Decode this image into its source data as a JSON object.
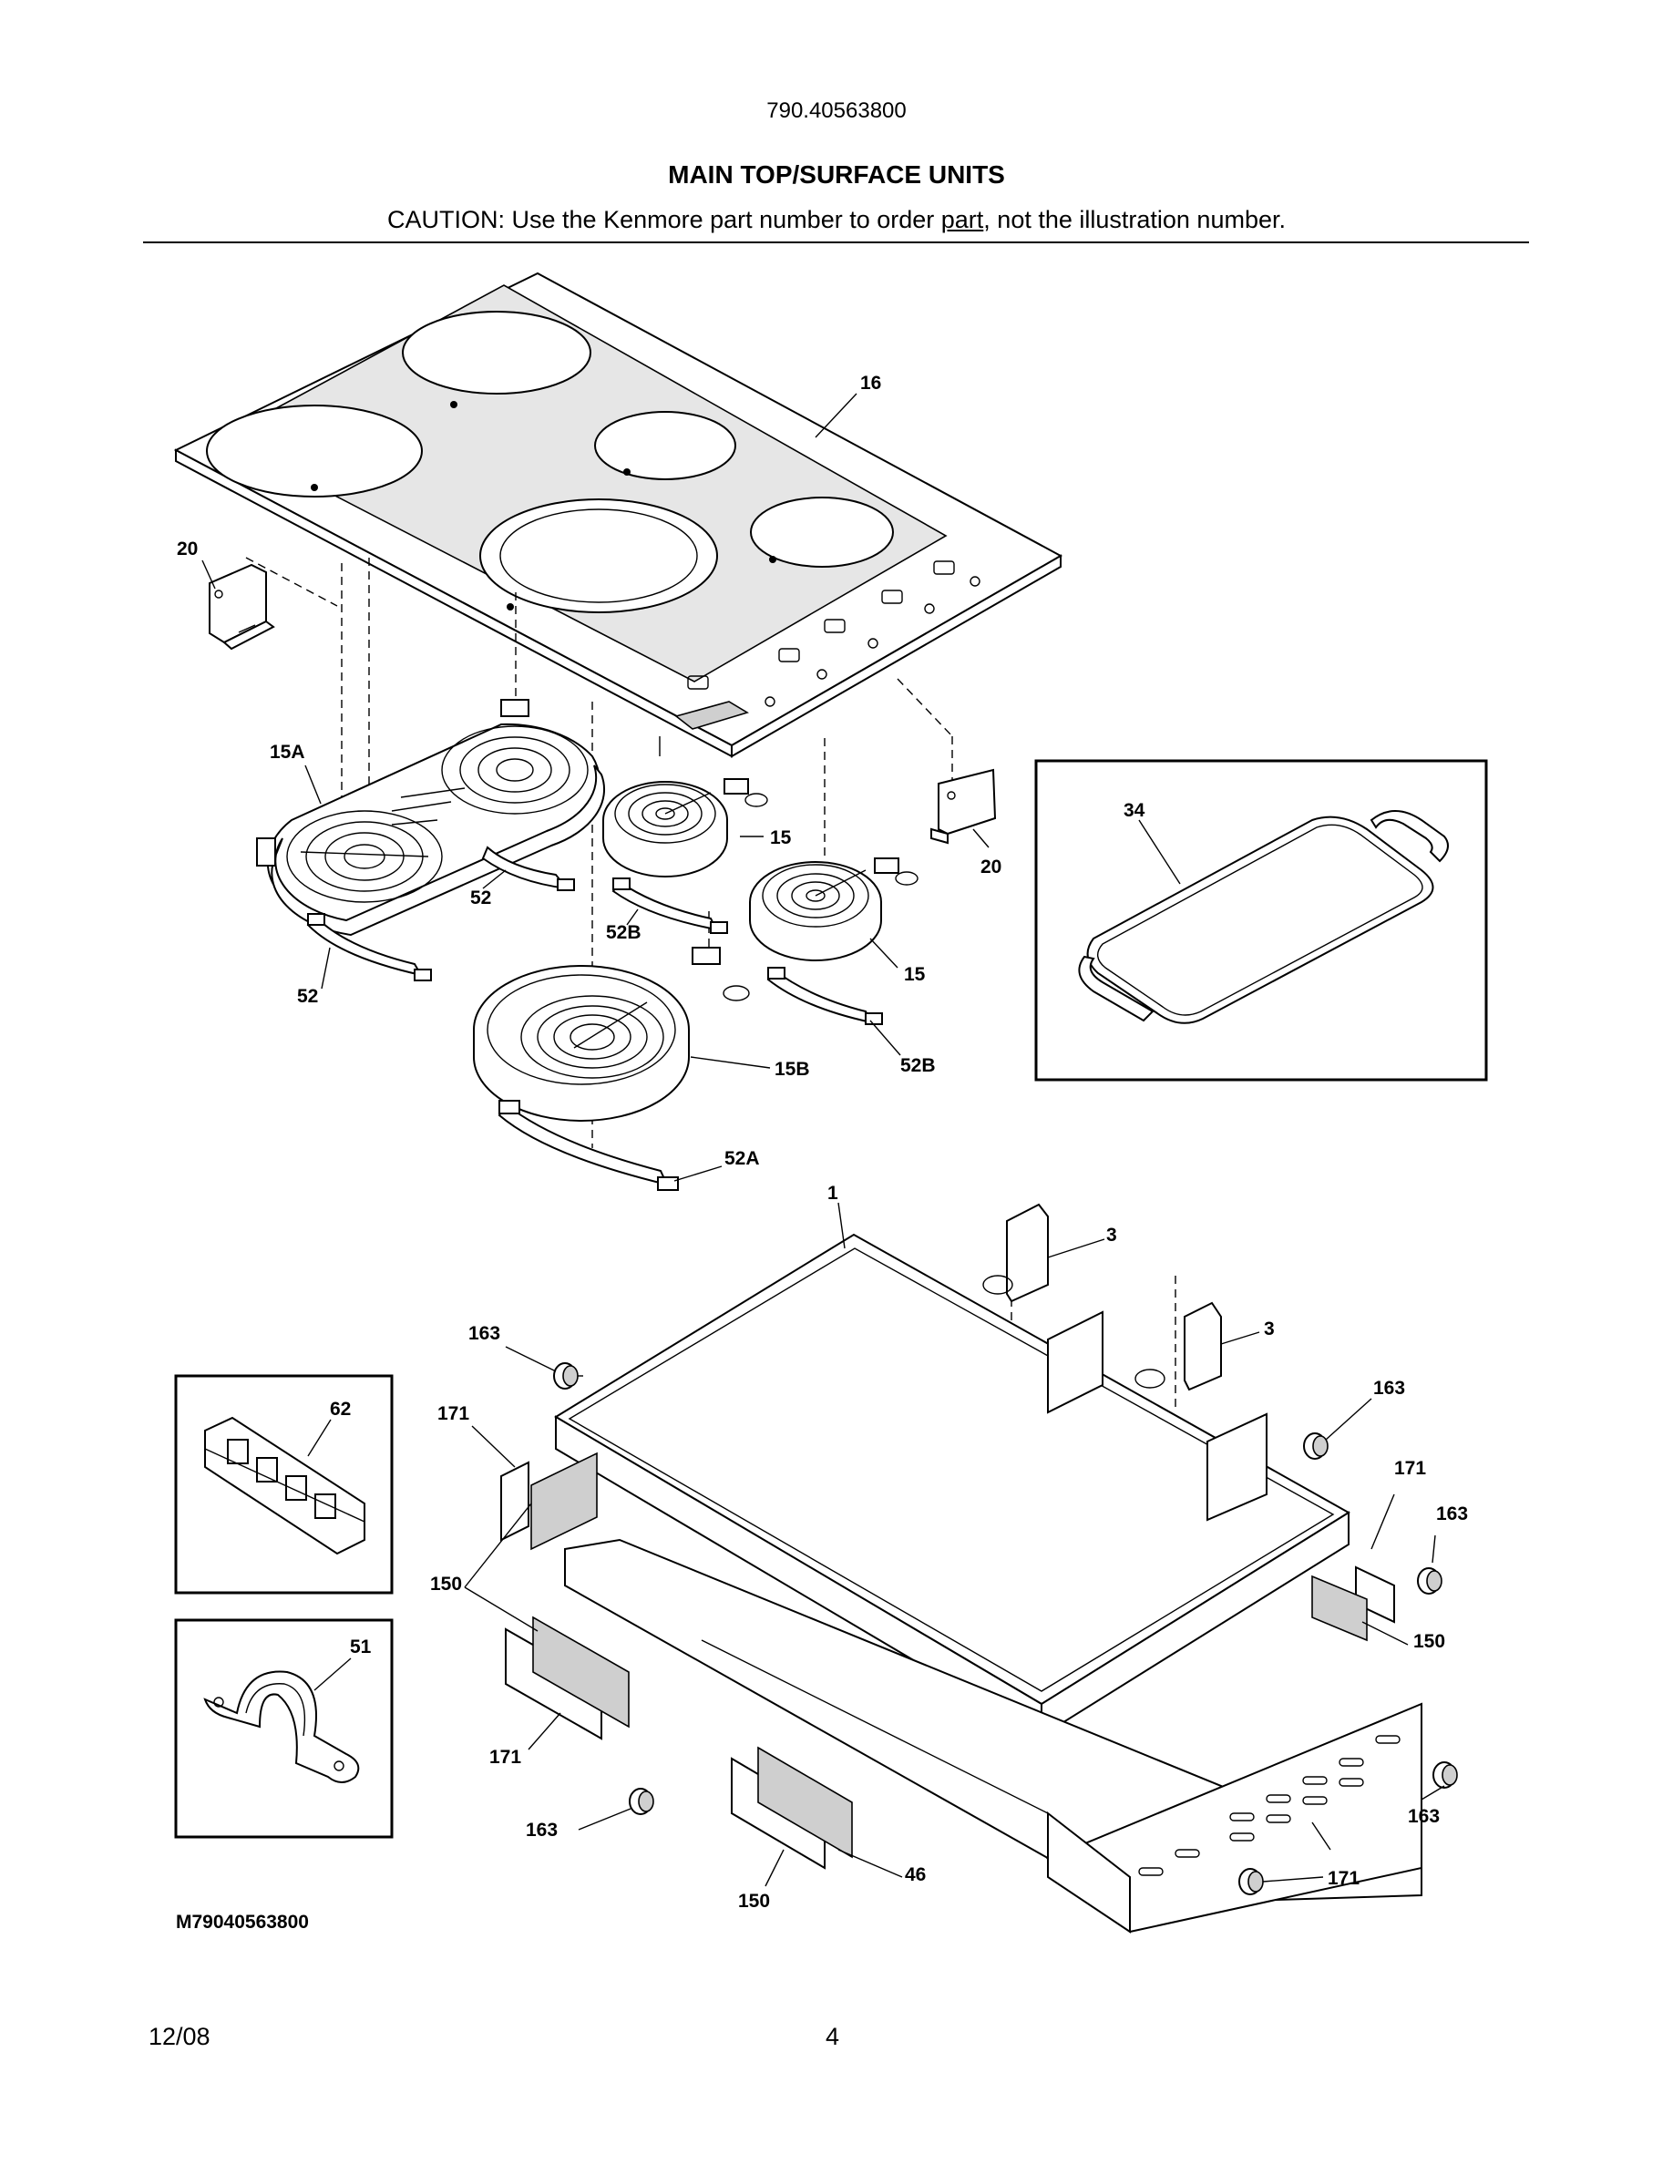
{
  "header": {
    "model_number": "790.40563800",
    "section_title": "MAIN TOP/SURFACE UNITS",
    "caution_prefix": "CAUTION: Use the Kenmore part number to order ",
    "caution_underlined": "part",
    "caution_suffix": ", not the illustration number."
  },
  "callouts": [
    "16",
    "20",
    "20",
    "15A",
    "15",
    "15",
    "15B",
    "52",
    "52",
    "52B",
    "52B",
    "52A",
    "34",
    "1",
    "3",
    "3",
    "62",
    "51",
    "163",
    "163",
    "163",
    "163",
    "163",
    "171",
    "171",
    "171",
    "171",
    "150",
    "150",
    "150",
    "46"
  ],
  "diagram_id": "M79040563800",
  "footer": {
    "date": "12/08",
    "page": "4"
  }
}
